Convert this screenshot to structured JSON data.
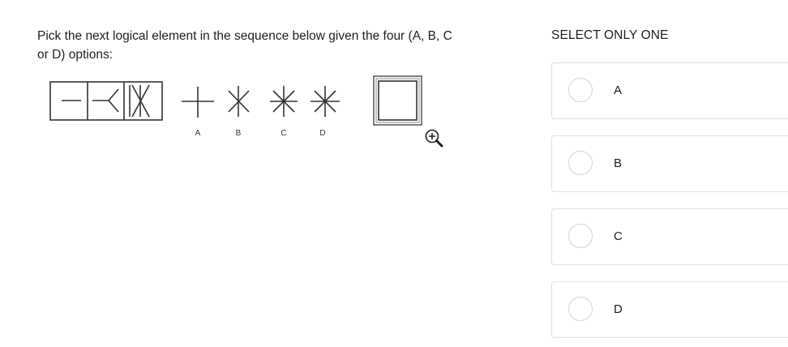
{
  "question": {
    "text": "Pick the next logical element in the sequence below given the four (A, B, C or D) options:"
  },
  "figure": {
    "option_letters": [
      "A",
      "B",
      "C",
      "D"
    ]
  },
  "select_label": "SELECT ONLY ONE",
  "options": [
    {
      "label": "A"
    },
    {
      "label": "B"
    },
    {
      "label": "C"
    },
    {
      "label": "D"
    }
  ]
}
